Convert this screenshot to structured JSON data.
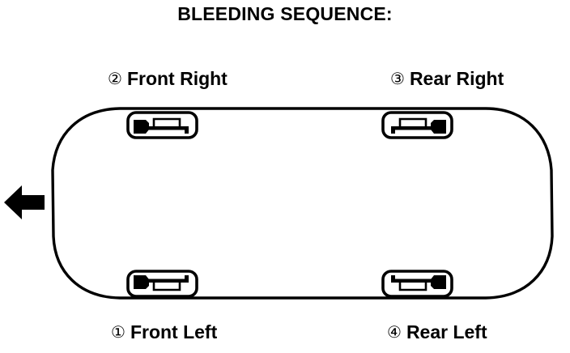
{
  "diagram": {
    "title": "BLEEDING SEQUENCE:",
    "direction_arrow": {
      "icon": "arrow-left-icon",
      "meaning": "front of vehicle"
    },
    "vehicle": {
      "icon": "vehicle-top-view-outline",
      "stroke_color": "#000000",
      "fill_color": "#ffffff"
    },
    "wheels": [
      {
        "id": "front-left",
        "sequence": "①",
        "sequence_number": 1,
        "label": "Front Left",
        "position": "bottom-left",
        "icon": "brake-caliper-icon"
      },
      {
        "id": "front-right",
        "sequence": "②",
        "sequence_number": 2,
        "label": "Front Right",
        "position": "top-left",
        "icon": "brake-caliper-icon"
      },
      {
        "id": "rear-right",
        "sequence": "③",
        "sequence_number": 3,
        "label": "Rear Right",
        "position": "top-right",
        "icon": "brake-caliper-icon"
      },
      {
        "id": "rear-left",
        "sequence": "④",
        "sequence_number": 4,
        "label": "Rear Left",
        "position": "bottom-right",
        "icon": "brake-caliper-icon"
      }
    ]
  }
}
